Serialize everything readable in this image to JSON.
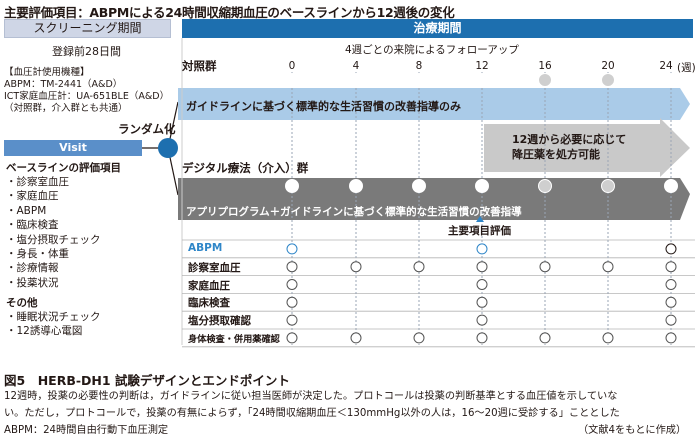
{
  "header": {
    "title": "主要評価項目：ABPMによる24時間収縮期血圧のベースラインから12週後の変化",
    "screening_label": "スクリーニング期間",
    "treatment_label": "治療期間",
    "enrollment": "登録前28日間"
  },
  "followup_label": "4週ごとの来院によるフォローアップ",
  "device": {
    "heading": "【血圧計使用機種】",
    "abpm": "ABPM：TM-2441（A&D）",
    "home": "ICT家庭血圧計：UA-651BLE（A&D）",
    "note": "（対照群，介入群とも共通）"
  },
  "visit_label": "Visit",
  "randomize_label": "ランダム化",
  "baseline": {
    "heading": "ベースラインの評価項目",
    "items": [
      "・診察室血圧",
      "・家庭血圧",
      "・ABPM",
      "・臨床検査",
      "・塩分摂取チェック",
      "・身長・体重",
      "・診療情報",
      "・投薬状況"
    ],
    "other_heading": "その他",
    "other_items": [
      "・睡眠状況チェック",
      "・12誘導心電図"
    ]
  },
  "weeks": [
    "0",
    "4",
    "8",
    "12",
    "16",
    "20",
    "24"
  ],
  "weeks_unit": "(週)",
  "control": {
    "label": "対照群",
    "bar_text": "ガイドラインに基づく標準的な生活習慣の改善指導のみ"
  },
  "digital": {
    "label": "デジタル療法（介入）群",
    "bar_text": "アプリプログラム＋ガイドラインに基づく標準的な生活習慣の改善指導"
  },
  "arrow_text": [
    "12週から必要に応じて",
    "降圧薬を処方可能"
  ],
  "primary_eval_label": "主要項目評価",
  "assessment_rows": [
    {
      "label": "ABPM",
      "marks": [
        1,
        0,
        0,
        1,
        0,
        0,
        1
      ]
    },
    {
      "label": "診察室血圧",
      "marks": [
        1,
        1,
        1,
        1,
        1,
        1,
        1
      ]
    },
    {
      "label": "家庭血圧",
      "marks": [
        1,
        0,
        0,
        1,
        0,
        0,
        1
      ]
    },
    {
      "label": "臨床検査",
      "marks": [
        1,
        0,
        0,
        1,
        0,
        0,
        1
      ]
    },
    {
      "label": "塩分摂取確認",
      "marks": [
        1,
        0,
        0,
        1,
        0,
        0,
        1
      ]
    },
    {
      "label": "身体検査・併用薬確認",
      "marks": [
        1,
        1,
        1,
        1,
        1,
        1,
        1
      ]
    }
  ],
  "caption": {
    "title": "図5　HERB-DH1 試験デザインとエンドポイント",
    "line1": "12週時，投薬の必要性の判断は，ガイドラインに従い担当医師が決定した。プロトコールは投薬の判断基準とする血圧値を示していな",
    "line2": "い。ただし，プロトコールで，投薬の有無によらず，「24時間収縮期血圧＜130mmHg以外の人は，16～20週に受診する」こととした",
    "line3": "ABPM：24時間自由行動下血圧測定",
    "source": "（文献4をもとに作成）"
  },
  "colors": {
    "accent_blue": "#1d6faf",
    "light_blue_bar": "#aacbe8",
    "gray_bar": "#7a7a7a",
    "abpm_blue": "#2f86c8",
    "arrow_gray": "#c9c9c9"
  }
}
